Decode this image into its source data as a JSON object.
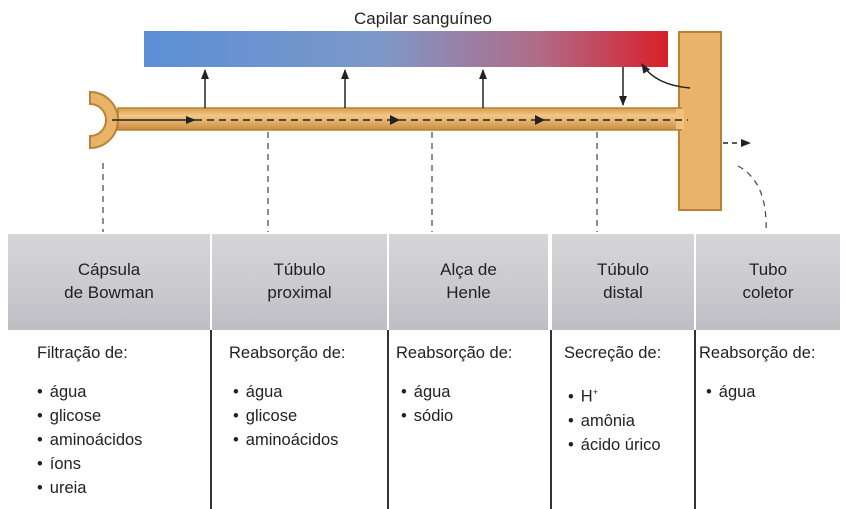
{
  "title": "Capilar sanguíneo",
  "segments": [
    {
      "label": "Cápsula\nde Bowman",
      "process": "Filtração de:",
      "items": [
        "água",
        "glicose",
        "aminoácidos",
        "íons",
        "ureia"
      ]
    },
    {
      "label": "Túbulo\nproximal",
      "process": "Reabsorção de:",
      "items": [
        "água",
        "glicose",
        "aminoácidos"
      ]
    },
    {
      "label": "Alça de\nHenle",
      "process": "Reabsorção de:",
      "items": [
        "água",
        "sódio"
      ]
    },
    {
      "label": "Túbulo\ndistal",
      "process": "Secreção de:",
      "items": [
        "H+",
        "amônia",
        "ácido úrico"
      ]
    },
    {
      "label": "Tubo\ncoletor",
      "process": "Reabsorção de:",
      "items": [
        "água"
      ]
    }
  ],
  "colors": {
    "capillary_start": "#5b8fd6",
    "capillary_end": "#d8202a",
    "tubule": "#e9b46a",
    "tubule_edge": "#b98234",
    "box": "#c8c8cd"
  }
}
